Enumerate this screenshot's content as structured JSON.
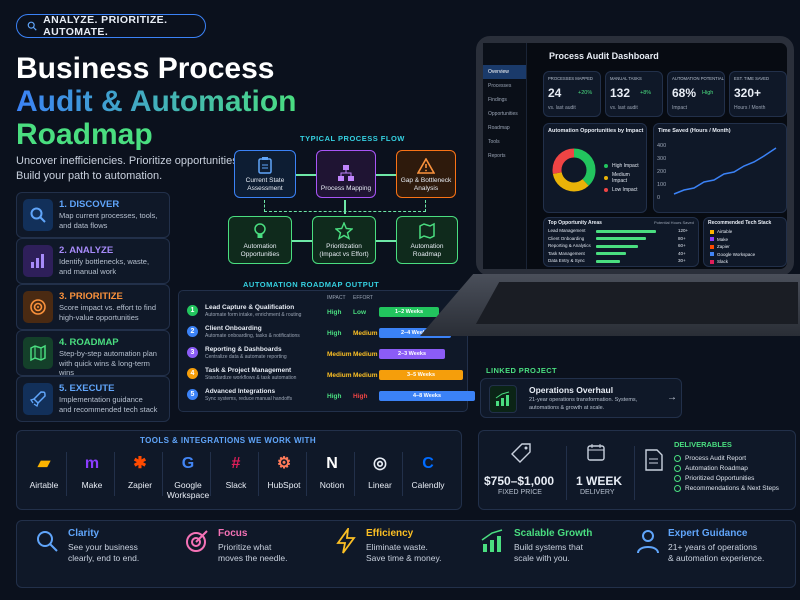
{
  "badge": "ANALYZE. PRIORITIZE. AUTOMATE.",
  "title": {
    "line1": "Business Process",
    "line2": "Audit & Automation",
    "line3": "Roadmap"
  },
  "subtitle": {
    "line1": "Uncover inefficiencies. Prioritize opportunities.",
    "line2": "Build your path to automation."
  },
  "steps": [
    {
      "title": "1. DISCOVER",
      "desc1": "Map current processes, tools,",
      "desc2": "and data flows"
    },
    {
      "title": "2. ANALYZE",
      "desc1": "Identify bottlenecks, waste,",
      "desc2": "and manual work"
    },
    {
      "title": "3. PRIORITIZE",
      "desc1": "Score impact vs. effort to find",
      "desc2": "high-value opportunities"
    },
    {
      "title": "4. ROADMAP",
      "desc1": "Step-by-step automation plan",
      "desc2": "with quick wins & long-term wins"
    },
    {
      "title": "5. EXECUTE",
      "desc1": "Implementation guidance",
      "desc2": "and recommended tech stack"
    }
  ],
  "flow": {
    "title": "TYPICAL PROCESS FLOW",
    "nodes": [
      {
        "l1": "Current State",
        "l2": "Assessment"
      },
      {
        "l1": "Process Mapping",
        "l2": ""
      },
      {
        "l1": "Gap & Bottleneck",
        "l2": "Analysis"
      },
      {
        "l1": "Automation",
        "l2": "Opportunities"
      },
      {
        "l1": "Prioritization",
        "l2": "(Impact vs Effort)"
      },
      {
        "l1": "Automation",
        "l2": "Roadmap"
      }
    ]
  },
  "roadmap": {
    "title": "AUTOMATION ROADMAP OUTPUT",
    "h_impact": "IMPACT",
    "h_effort": "EFFORT",
    "rows": [
      {
        "n": "1",
        "title": "Lead Capture & Qualification",
        "desc": "Automate form intake, enrichment & routing",
        "impact": "High",
        "effort": "Low",
        "time": "1–2 Weeks"
      },
      {
        "n": "2",
        "title": "Client Onboarding",
        "desc": "Automate onboarding, tasks & notifications",
        "impact": "High",
        "effort": "Medium",
        "time": "2–4 Weeks"
      },
      {
        "n": "3",
        "title": "Reporting & Dashboards",
        "desc": "Centralize data & automate reporting",
        "impact": "Medium",
        "effort": "Medium",
        "time": "2–3 Weeks"
      },
      {
        "n": "4",
        "title": "Task & Project Management",
        "desc": "Standardize workflows & task automation",
        "impact": "Medium",
        "effort": "Medium",
        "time": "3–5 Weeks"
      },
      {
        "n": "5",
        "title": "Advanced Integrations",
        "desc": "Sync systems, reduce manual handoffs",
        "impact": "High",
        "effort": "High",
        "time": "4–8 Weeks"
      }
    ]
  },
  "dashboard": {
    "title": "Process Audit Dashboard",
    "nav": [
      "Overview",
      "Processes",
      "Findings",
      "Opportunities",
      "Roadmap",
      "Tools",
      "Reports"
    ],
    "kpis": [
      {
        "label": "PROCESSES MAPPED",
        "value": "24",
        "delta": "+20%",
        "note": "vs. last audit"
      },
      {
        "label": "MANUAL TASKS",
        "value": "132",
        "delta": "+8%",
        "note": "vs. last audit"
      },
      {
        "label": "AUTOMATION POTENTIAL",
        "value": "68%",
        "delta": "High",
        "note": "Impact"
      },
      {
        "label": "EST. TIME SAVED",
        "value": "320+",
        "delta": "",
        "note": "Hours / Month"
      }
    ],
    "donut_title": "Automation Opportunities by Impact",
    "legend": [
      "High Impact",
      "Medium Impact",
      "Low Impact"
    ],
    "legend_vals": [
      "38%",
      "34%",
      "28%"
    ],
    "line_title": "Time Saved (Hours / Month)",
    "yticks": [
      "400",
      "300",
      "200",
      "100",
      "0"
    ],
    "top_title": "Top Opportunity Areas",
    "top_hdr": "Potential Hours Saved",
    "top": [
      {
        "name": "Lead Management",
        "val": "120+"
      },
      {
        "name": "Client Onboarding",
        "val": "80+"
      },
      {
        "name": "Reporting & Analytics",
        "val": "60+"
      },
      {
        "name": "Task Management",
        "val": "40+"
      },
      {
        "name": "Data Entry & Sync",
        "val": "30+"
      }
    ],
    "stack_title": "Recommended Tech Stack",
    "stack": [
      "Airtable",
      "Make",
      "Zapier",
      "Google Workspace",
      "Slack"
    ]
  },
  "linked": {
    "label": "LINKED PROJECT",
    "title": "Operations Overhaul",
    "desc1": "21-year operations transformation. Systems,",
    "desc2": "automations & growth at scale."
  },
  "tools": {
    "title": "TOOLS & INTEGRATIONS WE WORK WITH",
    "items": [
      {
        "name": "Airtable",
        "name2": "",
        "color": "#fcb400"
      },
      {
        "name": "Make",
        "name2": "",
        "color": "#8b3dff"
      },
      {
        "name": "Zapier",
        "name2": "",
        "color": "#ff4a00"
      },
      {
        "name": "Google",
        "name2": "Workspace",
        "color": "#4285f4"
      },
      {
        "name": "Slack",
        "name2": "",
        "color": "#e01e5a"
      },
      {
        "name": "HubSpot",
        "name2": "",
        "color": "#ff7a59"
      },
      {
        "name": "Notion",
        "name2": "",
        "color": "#ffffff"
      },
      {
        "name": "Linear",
        "name2": "",
        "color": "#e8edf5"
      },
      {
        "name": "Calendly",
        "name2": "",
        "color": "#006bff"
      }
    ]
  },
  "price": {
    "value": "$750–$1,000",
    "label": "FIXED PRICE"
  },
  "delivery": {
    "value": "1 WEEK",
    "label": "DELIVERY"
  },
  "deliverables": {
    "title": "DELIVERABLES",
    "items": [
      "Process Audit Report",
      "Automation Roadmap",
      "Prioritized Opportunities",
      "Recommendations & Next Steps"
    ]
  },
  "features": [
    {
      "title": "Clarity",
      "d1": "See your business",
      "d2": "clearly, end to end.",
      "color": "#60a5fa"
    },
    {
      "title": "Focus",
      "d1": "Prioritize what",
      "d2": "moves the needle.",
      "color": "#f472b6"
    },
    {
      "title": "Efficiency",
      "d1": "Eliminate waste.",
      "d2": "Save time & money.",
      "color": "#fbbf24"
    },
    {
      "title": "Scalable Growth",
      "d1": "Build systems that",
      "d2": "scale with you.",
      "color": "#4ade80"
    },
    {
      "title": "Expert Guidance",
      "d1": "21+ years of operations",
      "d2": "& automation experience.",
      "color": "#60a5fa"
    }
  ]
}
